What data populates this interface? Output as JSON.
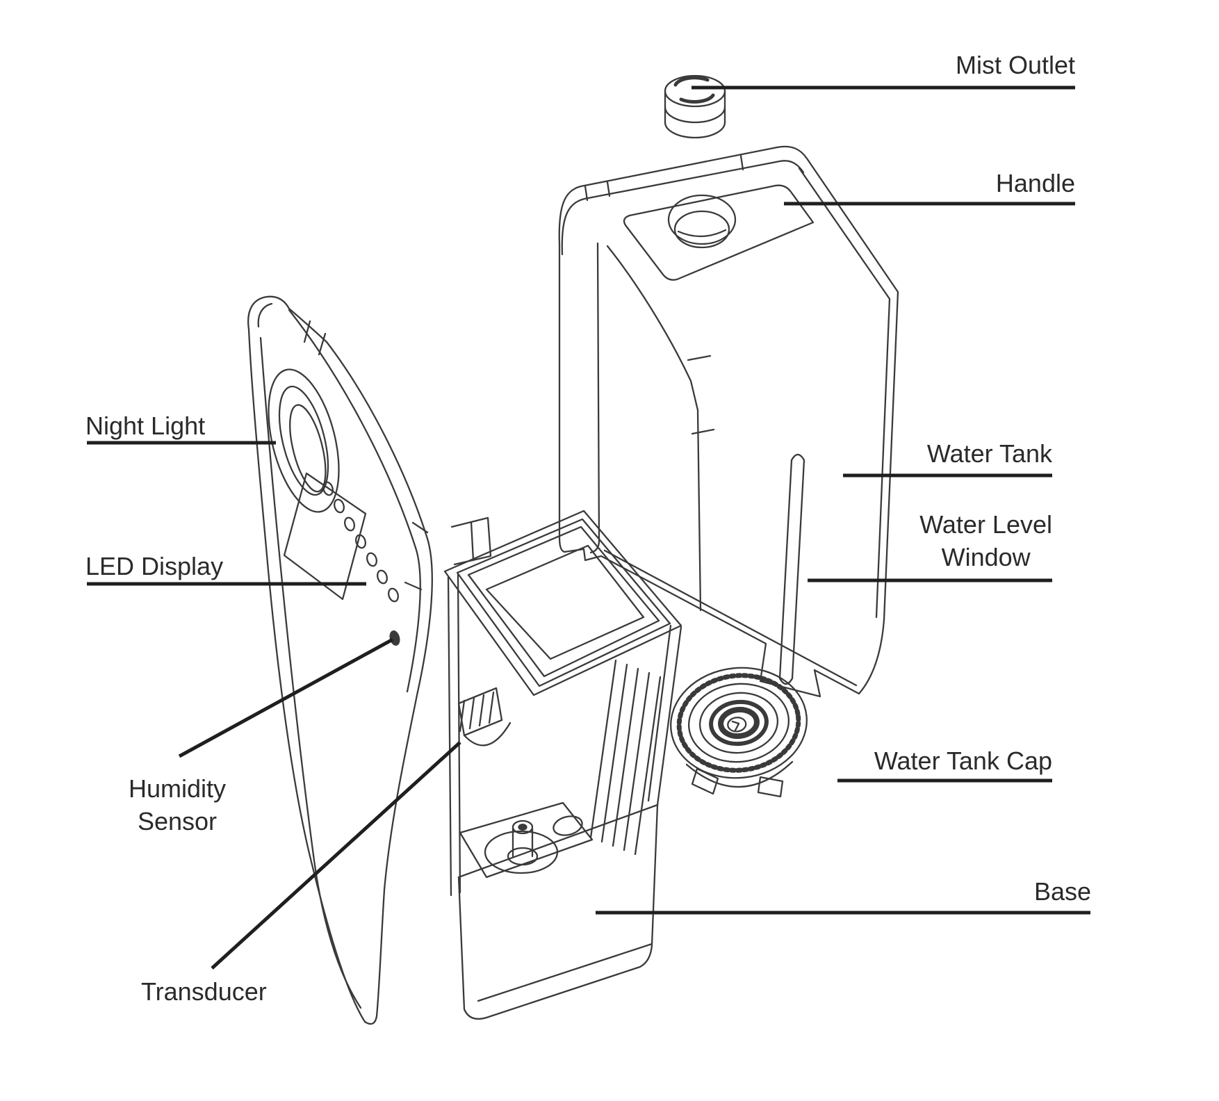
{
  "diagram": {
    "kind": "exploded-parts-line-drawing",
    "subject": "ultrasonic humidifier",
    "colors": {
      "background": "#ffffff",
      "drawing_line": "#3a3a3a",
      "leader_line": "#1f1f1f",
      "label_text": "#2a2a2a"
    },
    "callouts": {
      "mist_outlet": {
        "label": "Mist Outlet"
      },
      "handle": {
        "label": "Handle"
      },
      "water_tank": {
        "label": "Water Tank"
      },
      "water_level_window": {
        "line1": "Water Level",
        "line2": "Window"
      },
      "water_tank_cap": {
        "label": "Water Tank Cap"
      },
      "base": {
        "label": "Base"
      },
      "night_light": {
        "label": "Night Light"
      },
      "led_display": {
        "label": "LED Display"
      },
      "humidity_sensor": {
        "line1": "Humidity",
        "line2": "Sensor"
      },
      "transducer": {
        "label": "Transducer"
      }
    }
  }
}
